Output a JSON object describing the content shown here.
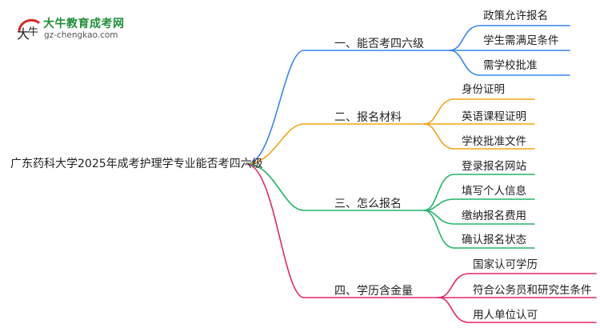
{
  "logo": {
    "title": "大牛教育成考网",
    "url": "gz-chengkao.com"
  },
  "root": "广东药科大学2025年成考护理学专业能否考四六级",
  "branches": [
    {
      "label": "一、能否考四六级",
      "color": "#3a86f0",
      "leaves": [
        "政策允许报名",
        "学生需满足条件",
        "需学校批准"
      ]
    },
    {
      "label": "二、报名材料",
      "color": "#f2a516",
      "leaves": [
        "身份证明",
        "英语课程证明",
        "学校批准文件"
      ]
    },
    {
      "label": "三、怎么报名",
      "color": "#25b36a",
      "leaves": [
        "登录报名网站",
        "填写个人信息",
        "缴纳报名费用",
        "确认报名状态"
      ]
    },
    {
      "label": "四、学历含金量",
      "color": "#e8236e",
      "leaves": [
        "国家认可学历",
        "符合公务员和研究生条件",
        "用人单位认可"
      ]
    }
  ]
}
